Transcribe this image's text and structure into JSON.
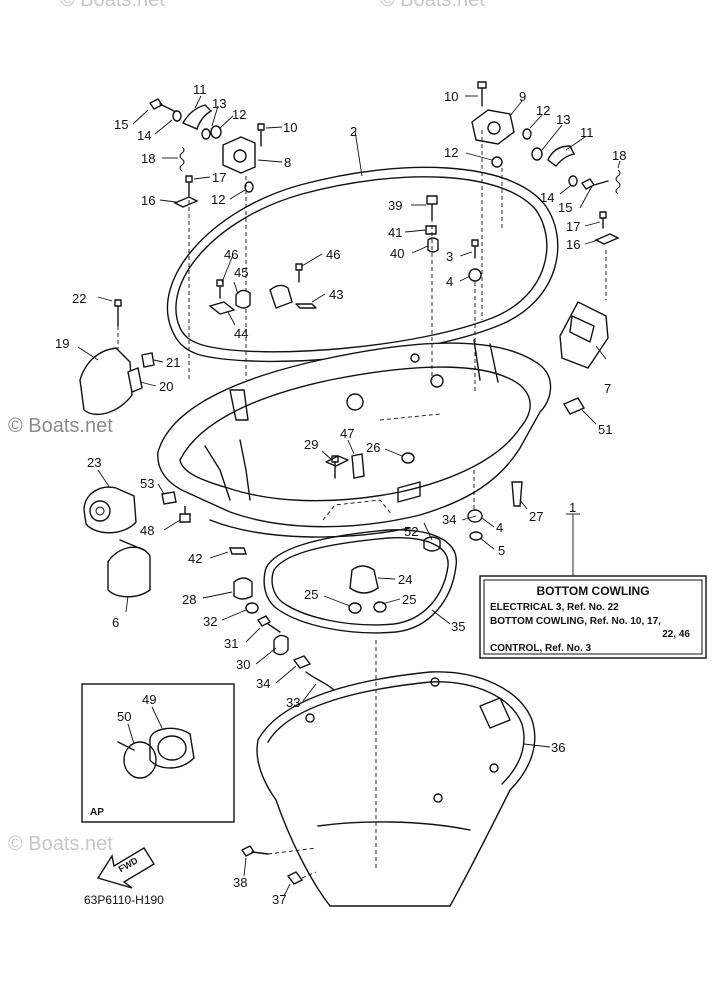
{
  "watermark": {
    "text": "© Boats.net"
  },
  "callouts": [
    {
      "num": "11"
    },
    {
      "num": "13"
    },
    {
      "num": "12"
    },
    {
      "num": "15"
    },
    {
      "num": "14"
    },
    {
      "num": "10"
    },
    {
      "num": "18"
    },
    {
      "num": "8"
    },
    {
      "num": "17"
    },
    {
      "num": "16"
    },
    {
      "num": "12"
    },
    {
      "num": "10"
    },
    {
      "num": "9"
    },
    {
      "num": "12"
    },
    {
      "num": "13"
    },
    {
      "num": "11"
    },
    {
      "num": "12"
    },
    {
      "num": "18"
    },
    {
      "num": "14"
    },
    {
      "num": "15"
    },
    {
      "num": "17"
    },
    {
      "num": "16"
    },
    {
      "num": "2"
    },
    {
      "num": "39"
    },
    {
      "num": "41"
    },
    {
      "num": "3"
    },
    {
      "num": "40"
    },
    {
      "num": "4"
    },
    {
      "num": "46"
    },
    {
      "num": "45"
    },
    {
      "num": "46"
    },
    {
      "num": "43"
    },
    {
      "num": "44"
    },
    {
      "num": "22"
    },
    {
      "num": "19"
    },
    {
      "num": "21"
    },
    {
      "num": "20"
    },
    {
      "num": "7"
    },
    {
      "num": "51"
    },
    {
      "num": "23"
    },
    {
      "num": "29"
    },
    {
      "num": "47"
    },
    {
      "num": "26"
    },
    {
      "num": "53"
    },
    {
      "num": "48"
    },
    {
      "num": "27"
    },
    {
      "num": "1"
    },
    {
      "num": "34"
    },
    {
      "num": "52"
    },
    {
      "num": "4"
    },
    {
      "num": "5"
    },
    {
      "num": "42"
    },
    {
      "num": "24"
    },
    {
      "num": "28"
    },
    {
      "num": "25"
    },
    {
      "num": "25"
    },
    {
      "num": "6"
    },
    {
      "num": "32"
    },
    {
      "num": "31"
    },
    {
      "num": "35"
    },
    {
      "num": "30"
    },
    {
      "num": "34"
    },
    {
      "num": "33"
    },
    {
      "num": "49"
    },
    {
      "num": "50"
    },
    {
      "num": "36"
    },
    {
      "num": "38"
    },
    {
      "num": "37"
    }
  ],
  "legend": {
    "title": "BOTTOM COWLING",
    "lines": [
      "ELECTRICAL 3, Ref. No. 22",
      "BOTTOM COWLING, Ref. No. 10, 17,",
      "22, 46",
      "CONTROL, Ref. No. 3"
    ]
  },
  "inset": {
    "label": "AP"
  },
  "fwd_label": "FWD",
  "diagram_code": "63P6110-H190"
}
